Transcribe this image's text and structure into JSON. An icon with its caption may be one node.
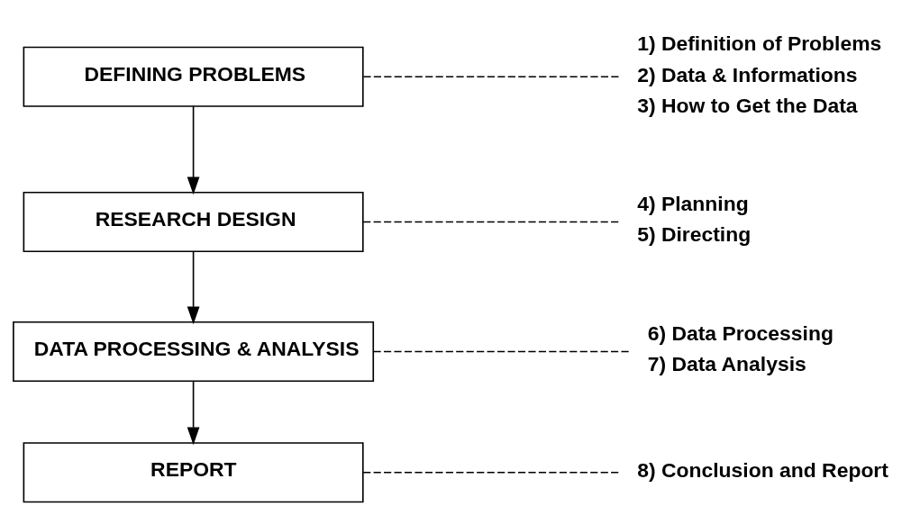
{
  "diagram": {
    "nodes": [
      {
        "text": [
          "DEFINING PROBLEMS"
        ]
      },
      {
        "text": [
          "1) Definition of Problems",
          "2) Data & Informations",
          "3) How to Get the Data"
        ]
      },
      {
        "text": [
          "RESEARCH DESIGN"
        ]
      },
      {
        "text": [
          "4) Planning",
          "5) Directing"
        ]
      },
      {
        "text": [
          "DATA PROCESSING & ANALYSIS"
        ]
      },
      {
        "text": [
          "6) Data Processing",
          "7) Data Analysis"
        ]
      },
      {
        "text": [
          "REPORT"
        ]
      },
      {
        "text": [
          "8) Conclusion and Report"
        ]
      }
    ],
    "edges": [
      {
        "from": 0,
        "to": 2,
        "arrow": "to"
      },
      {
        "from": 2,
        "to": 4,
        "arrow": "to"
      },
      {
        "from": 4,
        "to": 6,
        "arrow": "to"
      },
      {
        "from": 0,
        "to": 1,
        "arrow": "none",
        "style": "dashed"
      },
      {
        "from": 2,
        "to": 3,
        "arrow": "none",
        "style": "dashed"
      },
      {
        "from": 4,
        "to": 5,
        "arrow": "none",
        "style": "dashed"
      },
      {
        "from": 6,
        "to": 7,
        "arrow": "none",
        "style": "dashed"
      }
    ]
  }
}
